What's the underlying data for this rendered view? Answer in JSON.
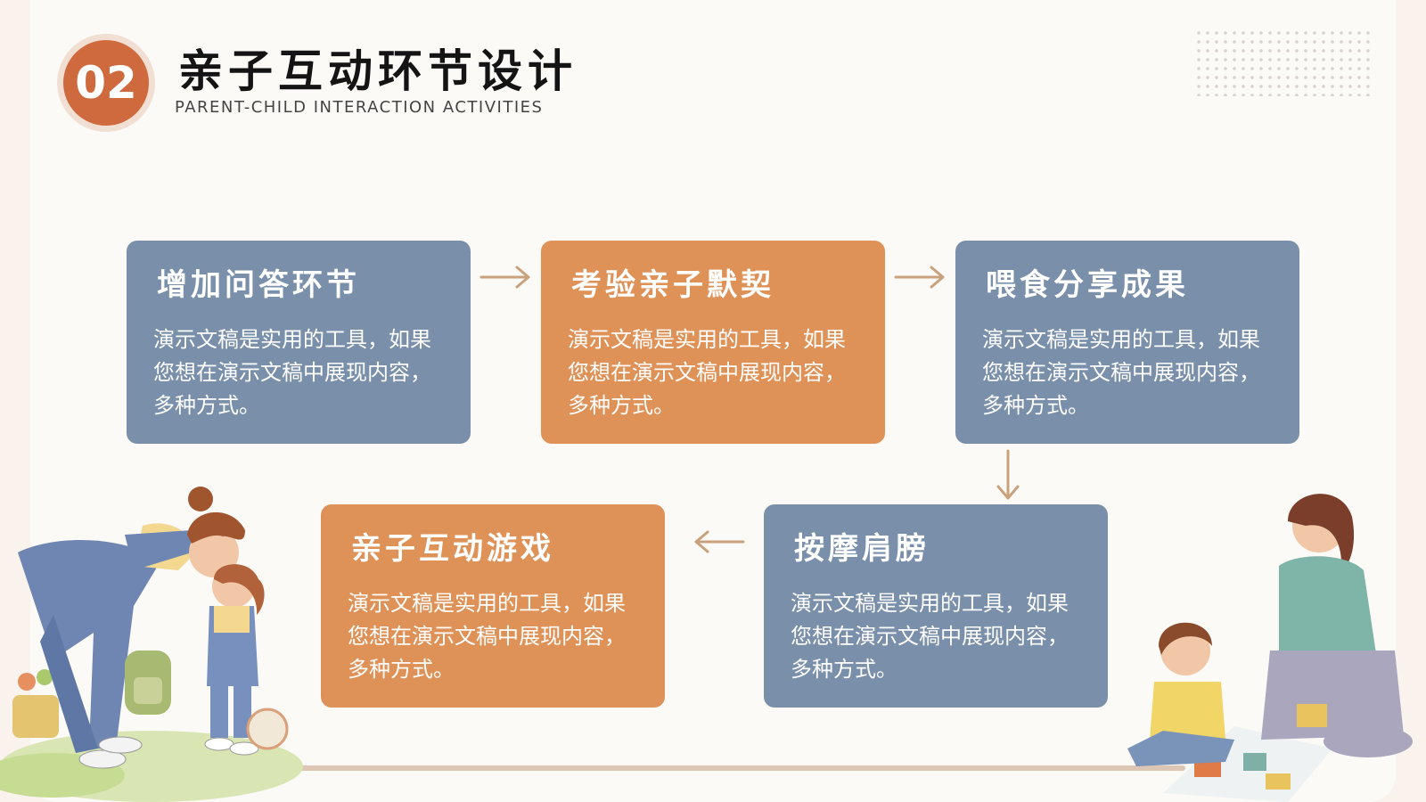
{
  "header": {
    "number": "02",
    "title": "亲子互动环节设计",
    "subtitle": "PARENT-CHILD INTERACTION ACTIVITIES"
  },
  "cards": [
    {
      "title": "增加问答环节",
      "body": "演示文稿是实用的工具，如果您想在演示文稿中展现内容，多种方式。",
      "color": "#7a8faa"
    },
    {
      "title": "考验亲子默契",
      "body": "演示文稿是实用的工具，如果您想在演示文稿中展现内容，多种方式。",
      "color": "#df9257"
    },
    {
      "title": "喂食分享成果",
      "body": "演示文稿是实用的工具，如果您想在演示文稿中展现内容，多种方式。",
      "color": "#7a8faa"
    },
    {
      "title": "按摩肩膀",
      "body": "演示文稿是实用的工具，如果您想在演示文稿中展现内容，多种方式。",
      "color": "#7a8faa"
    },
    {
      "title": "亲子互动游戏",
      "body": "演示文稿是实用的工具，如果您想在演示文稿中展现内容，多种方式。",
      "color": "#df9257"
    }
  ],
  "colors": {
    "accent": "#cf6a3e",
    "arrow": "#c9a27d"
  }
}
